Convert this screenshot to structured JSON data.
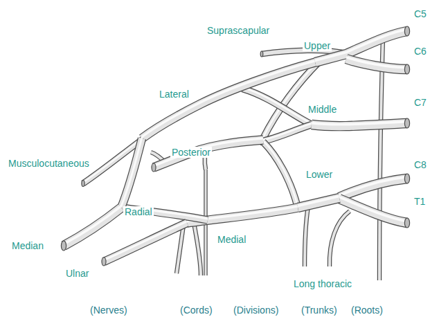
{
  "diagram": {
    "labels": [
      "Suprascapular",
      "Upper",
      "C5",
      "C6",
      "Lateral",
      "Middle",
      "C7",
      "Musculocutaneous",
      "Posterior",
      "C8",
      "Lower",
      "Radial",
      "T1",
      "Median",
      "Medial",
      "Ulnar",
      "Long thoracic",
      "(Nerves)",
      "(Cords)",
      "(Divisions)",
      "(Trunks)",
      "(Roots)"
    ]
  }
}
